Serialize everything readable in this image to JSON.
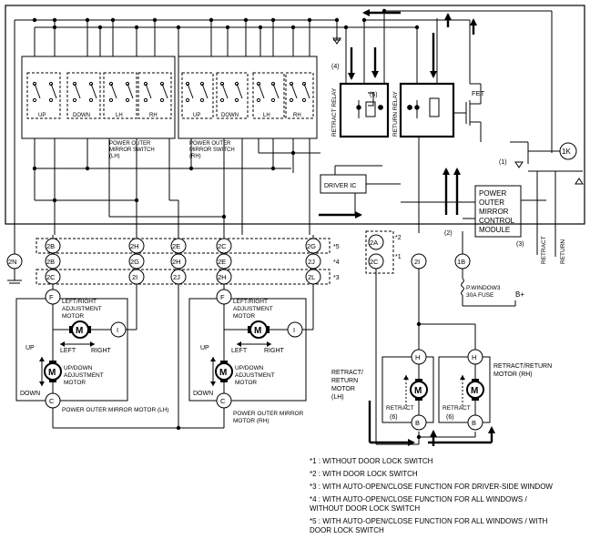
{
  "switch_lh": {
    "labels": [
      "UP",
      "DOWN",
      "LH",
      "RH"
    ],
    "caption": [
      "POWER OUTER",
      "MIRROR SWITCH",
      "(LH)"
    ]
  },
  "switch_rh": {
    "labels": [
      "UP",
      "DOWN",
      "LH",
      "RH"
    ],
    "caption": [
      "POWER OUTER",
      "MIRROR SWITCH",
      "(RH)"
    ]
  },
  "relays": {
    "retract": "RETRACT RELAY",
    "return": "RETURN RELAY",
    "fet": "FET",
    "step_4": "(4)",
    "step_5": "(5)",
    "step_1": "(1)"
  },
  "driver_ic": "DRIVER IC",
  "module": [
    "POWER",
    "OUTER",
    "MIRROR",
    "CONTROL",
    "MODULE"
  ],
  "module_side": {
    "step_3": "(3)",
    "retract": "RETRACT",
    "return": "RETURN",
    "step_2": "(2)"
  },
  "connector_1k": "1K",
  "connector_2n": "2N",
  "connectors_top": [
    "2B",
    "2H",
    "2E",
    "2C",
    "2G"
  ],
  "connectors_mid": [
    "2B",
    "2G",
    "2H",
    "2E",
    "2J"
  ],
  "connectors_bot": [
    "2C",
    "2I",
    "2J",
    "2H",
    "2L"
  ],
  "connectors_right": {
    "a": "2A",
    "c": "2C",
    "i": "2I",
    "b": "1B"
  },
  "star_marks": {
    "s5": "*5",
    "s4": "*4",
    "s3": "*3",
    "s2": "*2",
    "s1": "*1"
  },
  "fuse": {
    "name": "P.WINDOW3",
    "rating": "30A FUSE",
    "battery": "B+"
  },
  "mirror_lh": {
    "lr_motor": [
      "LEFT/RIGHT",
      "ADJUSTMENT",
      "MOTOR"
    ],
    "ud_motor": [
      "UP/DOWN",
      "ADJUSTMENT",
      "MOTOR"
    ],
    "caption": "POWER OUTER MIRROR MOTOR (LH)",
    "left": "LEFT",
    "right": "RIGHT",
    "up": "UP",
    "down": "DOWN",
    "pin_f": "F",
    "pin_i": "I",
    "pin_c": "C",
    "m": "M"
  },
  "mirror_rh": {
    "lr_motor": [
      "LEFT/RIGHT",
      "ADJUSTMENT",
      "MOTOR"
    ],
    "ud_motor": [
      "UP/DOWN",
      "ADJUSTMENT",
      "MOTOR"
    ],
    "caption": [
      "POWER OUTER MIRROR",
      "MOTOR (RH)"
    ],
    "left": "LEFT",
    "right": "RIGHT",
    "up": "UP",
    "down": "DOWN",
    "pin_f": "F",
    "pin_i": "I",
    "pin_c": "C",
    "m": "M"
  },
  "rr_motor_lh": {
    "caption": [
      "RETRACT/",
      "RETURN",
      "MOTOR",
      "(LH)"
    ],
    "retract": "RETRACT",
    "step": "(6)",
    "pin_h": "H",
    "pin_b": "B",
    "m": "M"
  },
  "rr_motor_rh": {
    "caption": [
      "RETRACT/RETURN",
      "MOTOR (RH)"
    ],
    "retract": "RETRACT",
    "step": "(6)",
    "pin_h": "H",
    "pin_b": "B",
    "m": "M"
  },
  "notes": [
    "*1 : WITHOUT DOOR LOCK SWITCH",
    "*2 : WITH DOOR LOCK SWITCH",
    "*3 : WITH AUTO-OPEN/CLOSE FUNCTION FOR DRIVER-SIDE WINDOW",
    "*4 : WITH AUTO-OPEN/CLOSE FUNCTION FOR ALL WINDOWS /\n      WITHOUT DOOR LOCK SWITCH",
    "*5 : WITH AUTO-OPEN/CLOSE FUNCTION FOR ALL WINDOWS / WITH\n      DOOR LOCK SWITCH"
  ]
}
